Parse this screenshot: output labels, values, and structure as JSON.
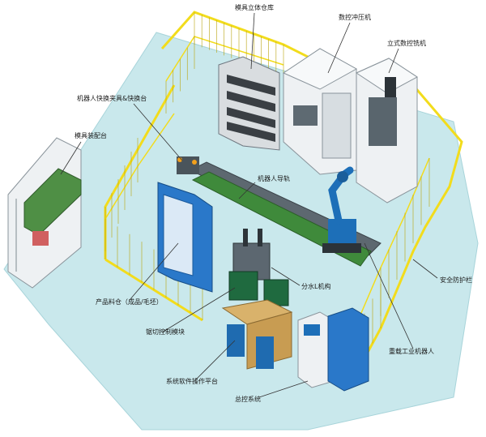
{
  "colors": {
    "floor": "#c9e8ec",
    "floor_edge": "#a8d4da",
    "fence": "#f2dc1c",
    "fence_dark": "#b9a40d",
    "rail_green": "#3f8a3b",
    "machine_white": "#eef1f3",
    "machine_shadow": "#c5cbd0",
    "robot_blue": "#1d6fb8",
    "cabinet_blue": "#2a78c9",
    "leader": "#333333"
  },
  "labels": {
    "mould_warehouse": "模具立体仓库",
    "cnc_punch": "数控冲压机",
    "vertical_cnc_mill": "立式数控铣机",
    "robot_gripper_changer": "机器人快换夹具&快换台",
    "mould_assembly_table": "模具装配台",
    "robot_rail": "机器人导轨",
    "safety_fence": "安全防护栏",
    "product_bin": "产品料仓（成品/毛坯）",
    "three_d_mechanism": "分水L机构",
    "welding_robot": "重载工业机器人",
    "cutter_module": "锯切控制模块",
    "system_console": "系统软件操作平台",
    "master_control": "总控系统"
  }
}
